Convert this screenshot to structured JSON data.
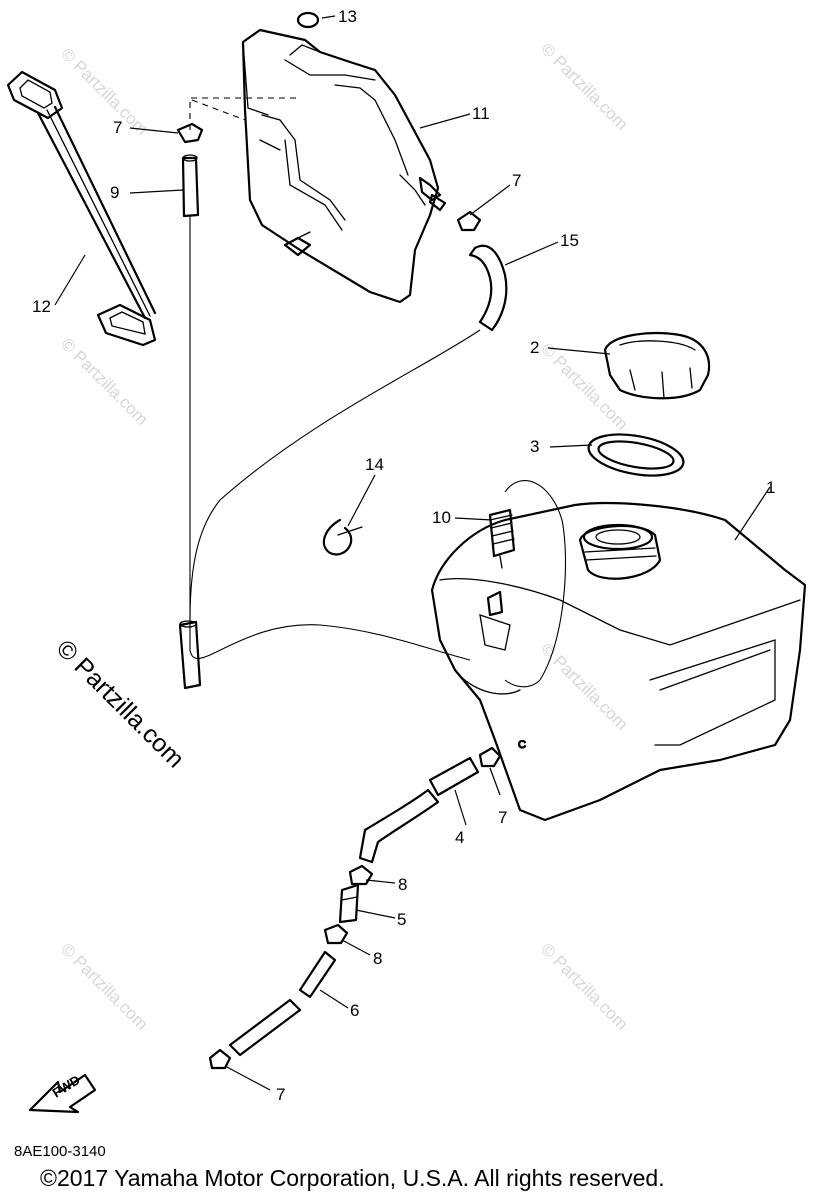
{
  "callouts": {
    "c1": "1",
    "c2": "2",
    "c3": "3",
    "c4": "4",
    "c5": "5",
    "c6": "6",
    "c7a": "7",
    "c7b": "7",
    "c7c": "7",
    "c7d": "7",
    "c8a": "8",
    "c8b": "8",
    "c9": "9",
    "c10": "10",
    "c11": "11",
    "c12": "12",
    "c13": "13",
    "c14": "14",
    "c15": "15"
  },
  "fwd_label": "FWD",
  "watermark": {
    "main": "© Partzilla.com",
    "faint": "© Partzilla.com"
  },
  "diagram_code": "8AE100-3140",
  "copyright": "©2017 Yamaha Motor Corporation, U.S.A. All rights reserved."
}
